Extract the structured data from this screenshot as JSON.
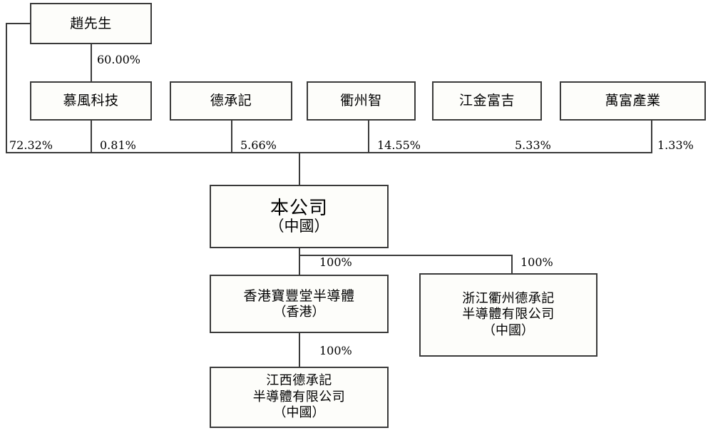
{
  "diagram": {
    "title": "Corporate shareholding structure chart",
    "colors": {
      "background": "#ffffff",
      "box_fill": "#fdfdfa",
      "line": "#3a3a3a",
      "text": "#000000"
    },
    "nodes": {
      "chairman": {
        "name": "趙先生"
      },
      "shareholder_1": {
        "name": "慕風科技"
      },
      "shareholder_2": {
        "name": "德承記"
      },
      "shareholder_3": {
        "name": "衢州智"
      },
      "shareholder_4": {
        "name": "江金富吉"
      },
      "shareholder_5": {
        "name": "萬富產業"
      },
      "company": {
        "name": "本公司",
        "jurisdiction": "（中國）"
      },
      "hk_sub": {
        "name": "香港寶豐堂半導體",
        "jurisdiction": "（香港）"
      },
      "zj_sub": {
        "line1": "浙江衢州德承記",
        "line2": "半導體有限公司",
        "jurisdiction": "（中國）"
      },
      "jx_sub": {
        "line1": "江西德承記",
        "line2": "半導體有限公司",
        "jurisdiction": "（中國）"
      }
    },
    "edges": {
      "chairman_to_mufeng": "60.00%",
      "chairman_to_company": "72.32%",
      "mufeng_to_company": "0.81%",
      "dechengji_to_company": "5.66%",
      "quzhouzhi_to_company": "14.55%",
      "jiangjinfuji_to_company": "5.33%",
      "wanfu_to_company": "1.33%",
      "company_to_hk": "100%",
      "company_to_zj": "100%",
      "hk_to_jx": "100%"
    }
  }
}
